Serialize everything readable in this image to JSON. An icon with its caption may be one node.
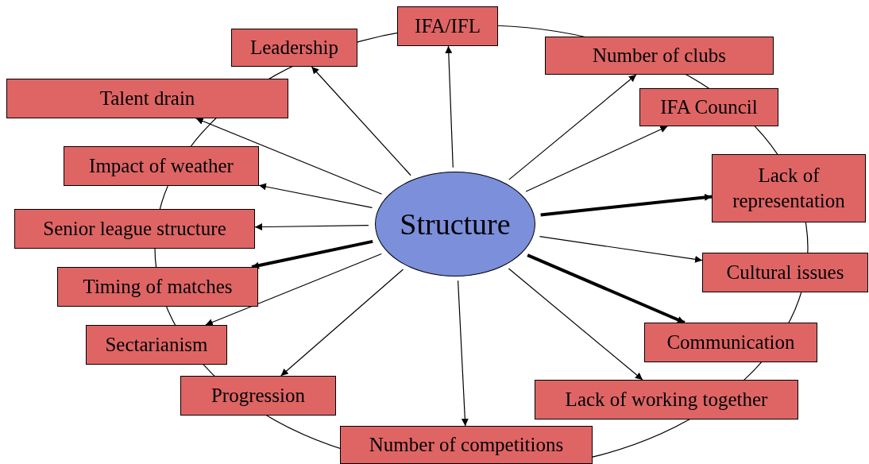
{
  "diagram": {
    "nodes": [
      {
        "text": [
          "Structure"
        ]
      },
      {
        "text": [
          "IFA/IFL"
        ]
      },
      {
        "text": [
          "Leadership"
        ]
      },
      {
        "text": [
          "Number of clubs"
        ]
      },
      {
        "text": [
          "Talent drain"
        ]
      },
      {
        "text": [
          "IFA Council"
        ]
      },
      {
        "text": [
          "Impact of weather"
        ]
      },
      {
        "text": [
          "Lack of representation"
        ]
      },
      {
        "text": [
          "Senior league structure"
        ]
      },
      {
        "text": [
          "Cultural issues"
        ]
      },
      {
        "text": [
          "Timing of matches"
        ]
      },
      {
        "text": [
          "Communication"
        ]
      },
      {
        "text": [
          "Sectarianism"
        ]
      },
      {
        "text": [
          "Lack of working together"
        ]
      },
      {
        "text": [
          "Progression"
        ]
      },
      {
        "text": [
          "Number of competitions"
        ]
      }
    ],
    "edges": [
      {
        "from": 0,
        "to": 1,
        "arrow": "to"
      },
      {
        "from": 0,
        "to": 2,
        "arrow": "to"
      },
      {
        "from": 0,
        "to": 3,
        "arrow": "to"
      },
      {
        "from": 0,
        "to": 4,
        "arrow": "to"
      },
      {
        "from": 0,
        "to": 5,
        "arrow": "to"
      },
      {
        "from": 0,
        "to": 6,
        "arrow": "to"
      },
      {
        "from": 0,
        "to": 7,
        "arrow": "to",
        "style": "thick"
      },
      {
        "from": 0,
        "to": 8,
        "arrow": "to"
      },
      {
        "from": 0,
        "to": 9,
        "arrow": "to"
      },
      {
        "from": 0,
        "to": 10,
        "arrow": "to",
        "style": "thick"
      },
      {
        "from": 0,
        "to": 11,
        "arrow": "to",
        "style": "thick"
      },
      {
        "from": 0,
        "to": 12,
        "arrow": "to"
      },
      {
        "from": 0,
        "to": 13,
        "arrow": "to"
      },
      {
        "from": 0,
        "to": 14,
        "arrow": "to"
      },
      {
        "from": 0,
        "to": 15,
        "arrow": "to"
      }
    ]
  }
}
